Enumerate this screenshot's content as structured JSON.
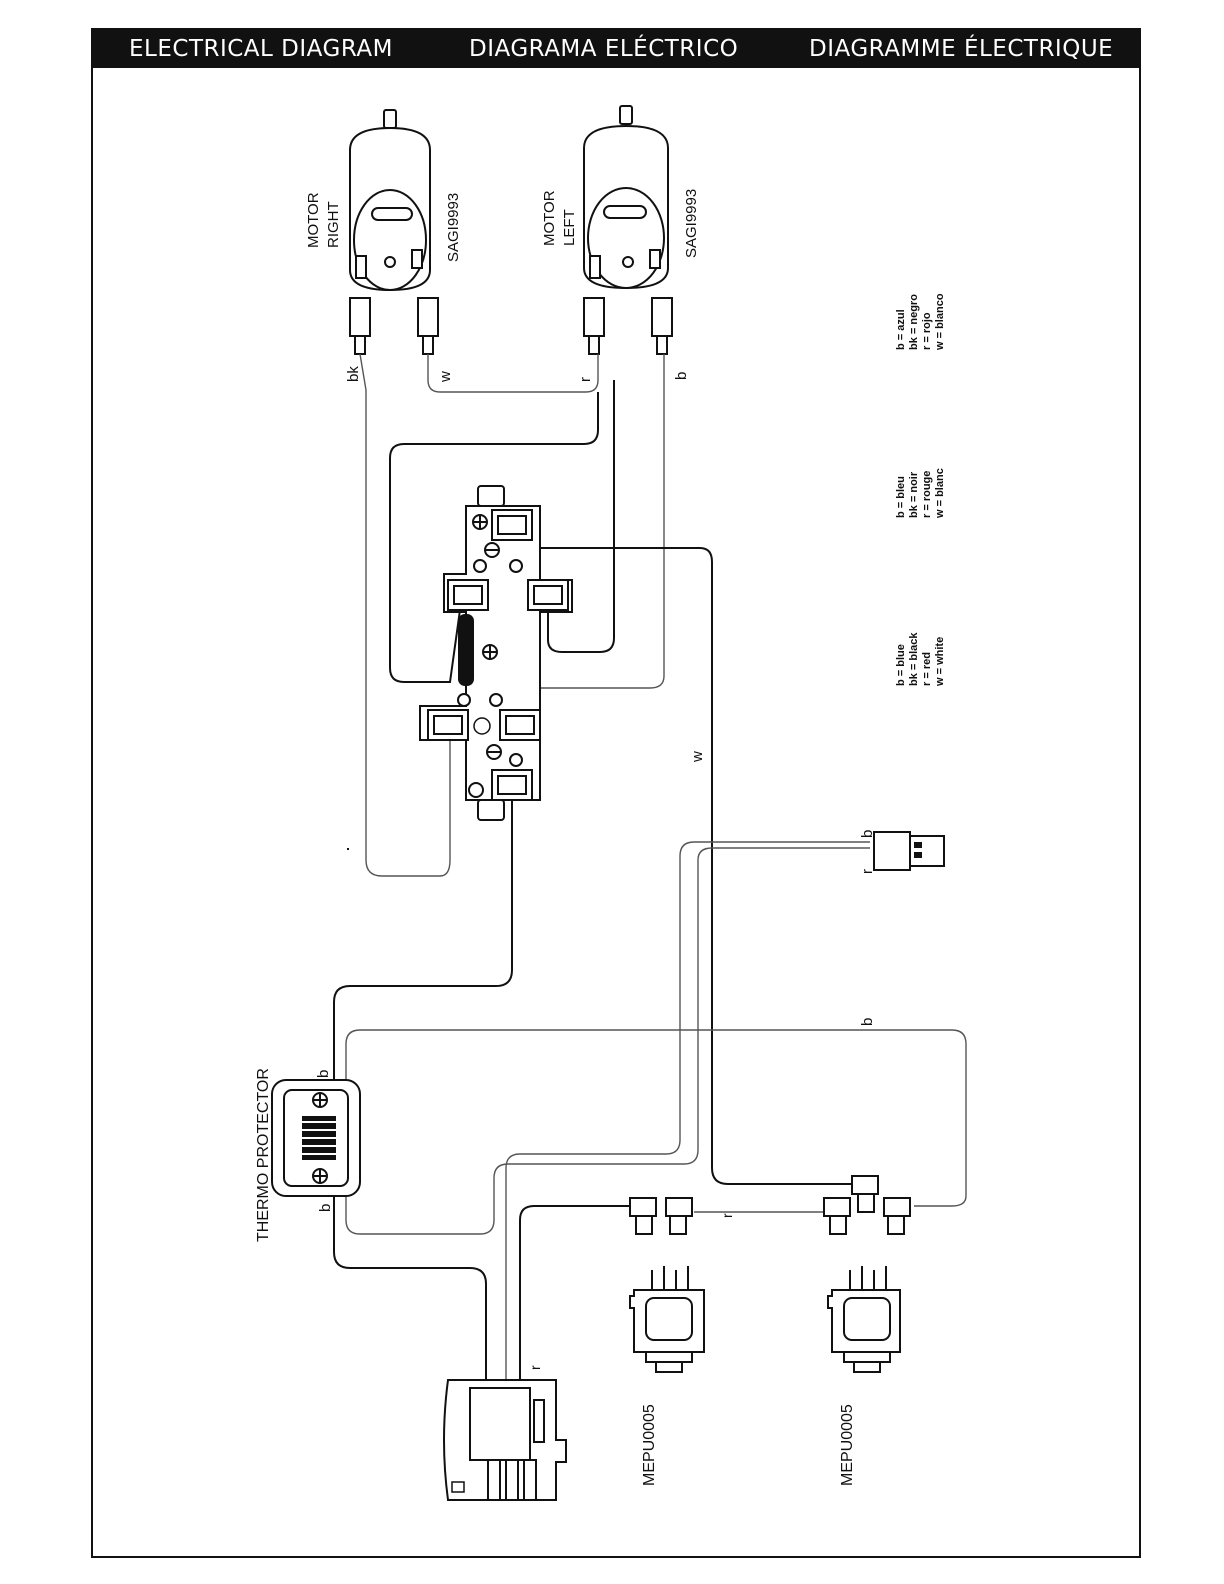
{
  "header": {
    "title_en": "ELECTRICAL DIAGRAM",
    "title_es": "DIAGRAMA ELÉCTRICO",
    "title_fr": "DIAGRAMME ÉLECTRIQUE"
  },
  "motors": [
    {
      "line1": "MOTOR",
      "line2": "RIGHT",
      "part": "SAGI9993"
    },
    {
      "line1": "MOTOR",
      "line2": "LEFT",
      "part": "SAGI9993"
    }
  ],
  "wire_labels": {
    "bk": "bk",
    "w": "w",
    "r": "r",
    "b": "b"
  },
  "legend_es": [
    "b = azul",
    "bk = negro",
    "r = rojo",
    "w = blanco"
  ],
  "legend_fr": [
    "b = bleu",
    "bk = noir",
    "r = rouge",
    "w = blanc"
  ],
  "legend_en": [
    "b = blue",
    "bk = black",
    "r = red",
    "w = white"
  ],
  "thermo_protector": "THERMO PROTECTOR",
  "switches": [
    "MEPU0005",
    "MEPU0005"
  ],
  "colors": {
    "ink": "#111111",
    "paper": "#ffffff"
  }
}
